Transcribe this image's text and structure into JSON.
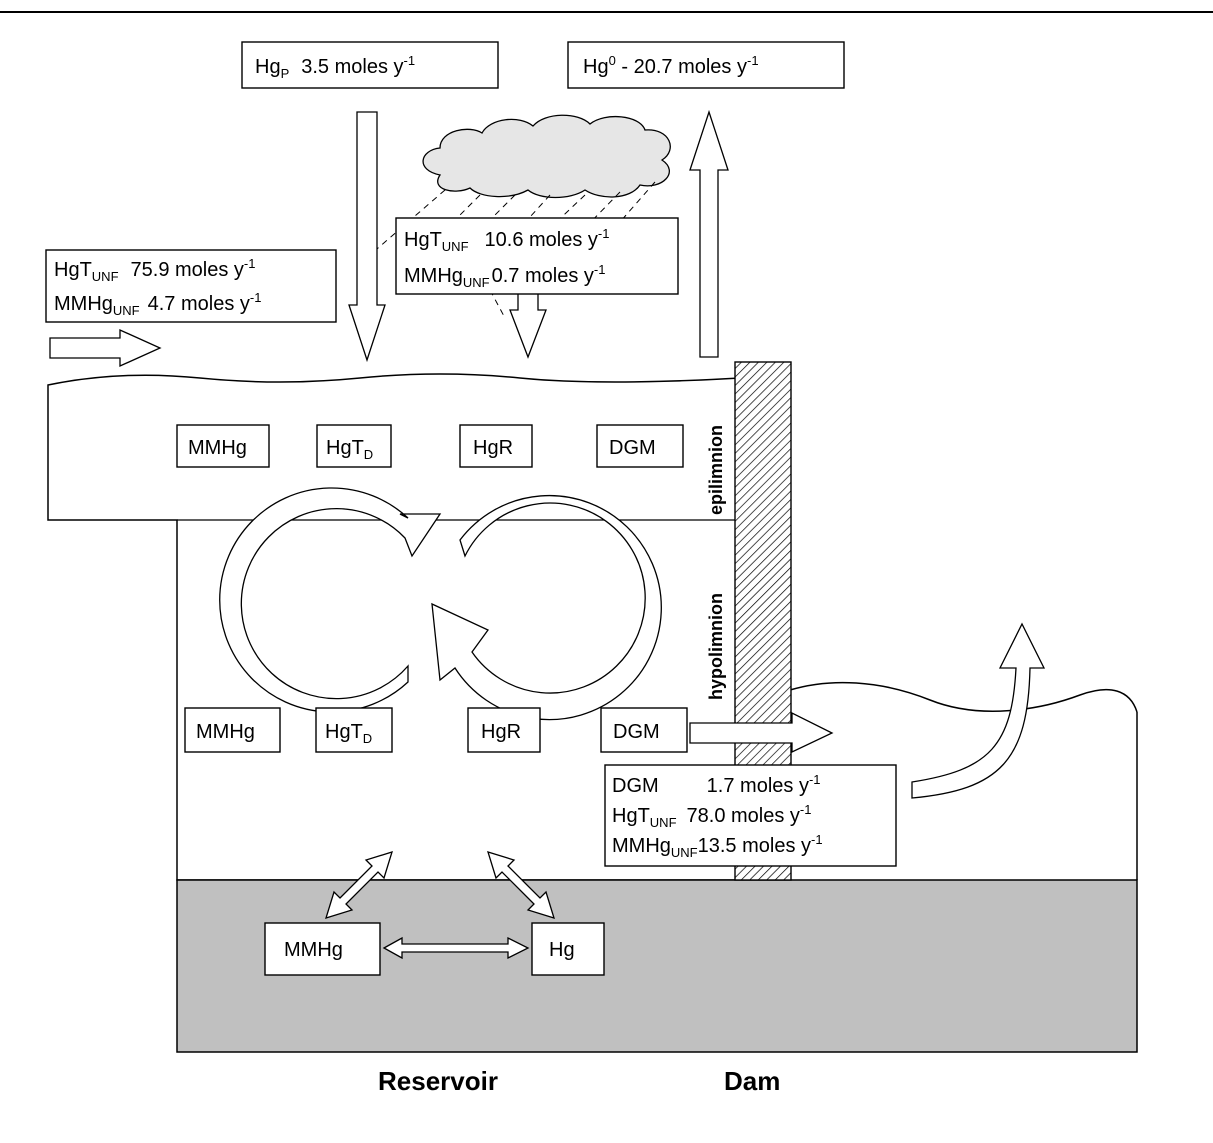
{
  "inputs": {
    "particulate": {
      "species": "Hg",
      "sub": "P",
      "value": "3.5 moles y",
      "exp": "-1"
    },
    "evasion": {
      "species": "Hg",
      "sup": "0",
      "value": " - 20.7 moles y",
      "exp": "-1"
    },
    "precip_hgt": {
      "species": "HgT",
      "sub": "UNF",
      "value": "10.6 moles y",
      "exp": "-1"
    },
    "precip_mmhg": {
      "species": "MMHg",
      "sub": "UNF",
      "value": "0.7 moles y",
      "exp": "-1"
    },
    "inflow_hgt": {
      "species": "HgT",
      "sub": "UNF",
      "value": "75.9 moles y",
      "exp": "-1"
    },
    "inflow_mmhg": {
      "species": "MMHg",
      "sub": "UNF",
      "value": "4.7 moles y",
      "exp": "-1"
    }
  },
  "water_column": {
    "epilimnion_label": "epilimnion",
    "hypolimnion_label": "hypolimnion",
    "upper": [
      {
        "name": "MMHg"
      },
      {
        "name": "HgT",
        "sub": "D"
      },
      {
        "name": "HgR"
      },
      {
        "name": "DGM"
      }
    ],
    "lower": [
      {
        "name": "MMHg"
      },
      {
        "name": "HgT",
        "sub": "D"
      },
      {
        "name": "HgR"
      },
      {
        "name": "DGM"
      }
    ]
  },
  "outflow": {
    "dgm": {
      "species": "DGM",
      "value": "1.7 moles y",
      "exp": "-1"
    },
    "hgt": {
      "species": "HgT",
      "sub": "UNF",
      "value": "78.0 moles y",
      "exp": "-1"
    },
    "mmhg": {
      "species": "MMHg",
      "sub": "UNF",
      "value": "13.5 moles y",
      "exp": "-1"
    }
  },
  "sediment": {
    "left": "MMHg",
    "right": "Hg"
  },
  "labels": {
    "reservoir": "Reservoir",
    "dam": "Dam"
  },
  "colors": {
    "sediment": "#c0c0c0",
    "cloud": "#e6e6e6",
    "dam_hatch": "#000000"
  }
}
